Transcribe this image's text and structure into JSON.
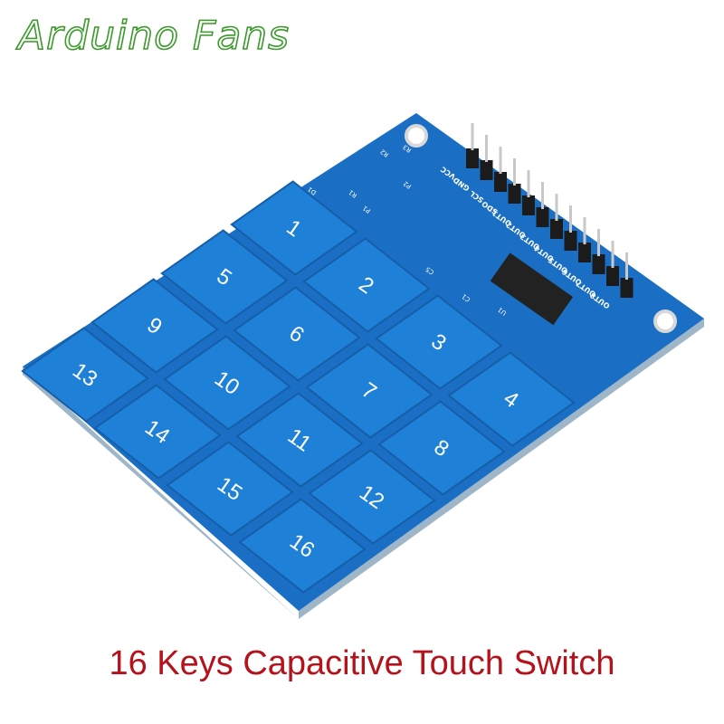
{
  "brand": "Arduino Fans",
  "caption": "16 Keys Capacitive Touch Switch",
  "colors": {
    "board": "#1a6fc4",
    "key": "#1f80d8",
    "brand": "#3a9a2a",
    "caption": "#b5121b"
  },
  "keys": [
    {
      "label": "1"
    },
    {
      "label": "2"
    },
    {
      "label": "3"
    },
    {
      "label": "4"
    },
    {
      "label": "5"
    },
    {
      "label": "6"
    },
    {
      "label": "7"
    },
    {
      "label": "8"
    },
    {
      "label": "9"
    },
    {
      "label": "10"
    },
    {
      "label": "11"
    },
    {
      "label": "12"
    },
    {
      "label": "13"
    },
    {
      "label": "14"
    },
    {
      "label": "15"
    },
    {
      "label": "16"
    }
  ],
  "pins": [
    "VCC",
    "GND",
    "SCL",
    "SDO",
    "OUT1",
    "OUT2",
    "OUT3",
    "OUT4",
    "OUT5",
    "OUT6",
    "OUT7",
    "OUT8"
  ],
  "components": [
    "D1",
    "R1",
    "R2",
    "R3",
    "P1",
    "P2",
    "C1",
    "C5",
    "U1"
  ]
}
